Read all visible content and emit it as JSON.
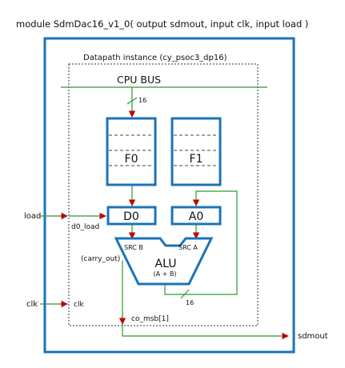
{
  "header": {
    "module_signature": "module SdmDac16_v1_0( output sdmout,  input   clk,  input load )"
  },
  "datapath": {
    "title": "Datapath instance (cy_psoc3_dp16)",
    "bus_label": "CPU BUS",
    "bus_width": "16",
    "fifo0": "F0",
    "fifo1": "F1",
    "reg_d0": "D0",
    "reg_a0": "A0",
    "alu": {
      "label": "ALU",
      "sub_label": "(A + B)",
      "src_b": "SRC B",
      "src_a": "SRC A",
      "carry_label": "(carry_out)",
      "feedback_width": "16"
    },
    "internal": {
      "d0_load": "d0_load",
      "clk": "clk",
      "co_msb": "co_msb[1]"
    }
  },
  "ports": {
    "load": "load",
    "clk": "clk",
    "sdmout": "sdmout"
  },
  "colors": {
    "module_border": "#1a73b8",
    "block_border": "#1a73b8",
    "bus_line": "#2f9a2f",
    "wire": "#2f9a2f",
    "arrow": "#c00000"
  }
}
